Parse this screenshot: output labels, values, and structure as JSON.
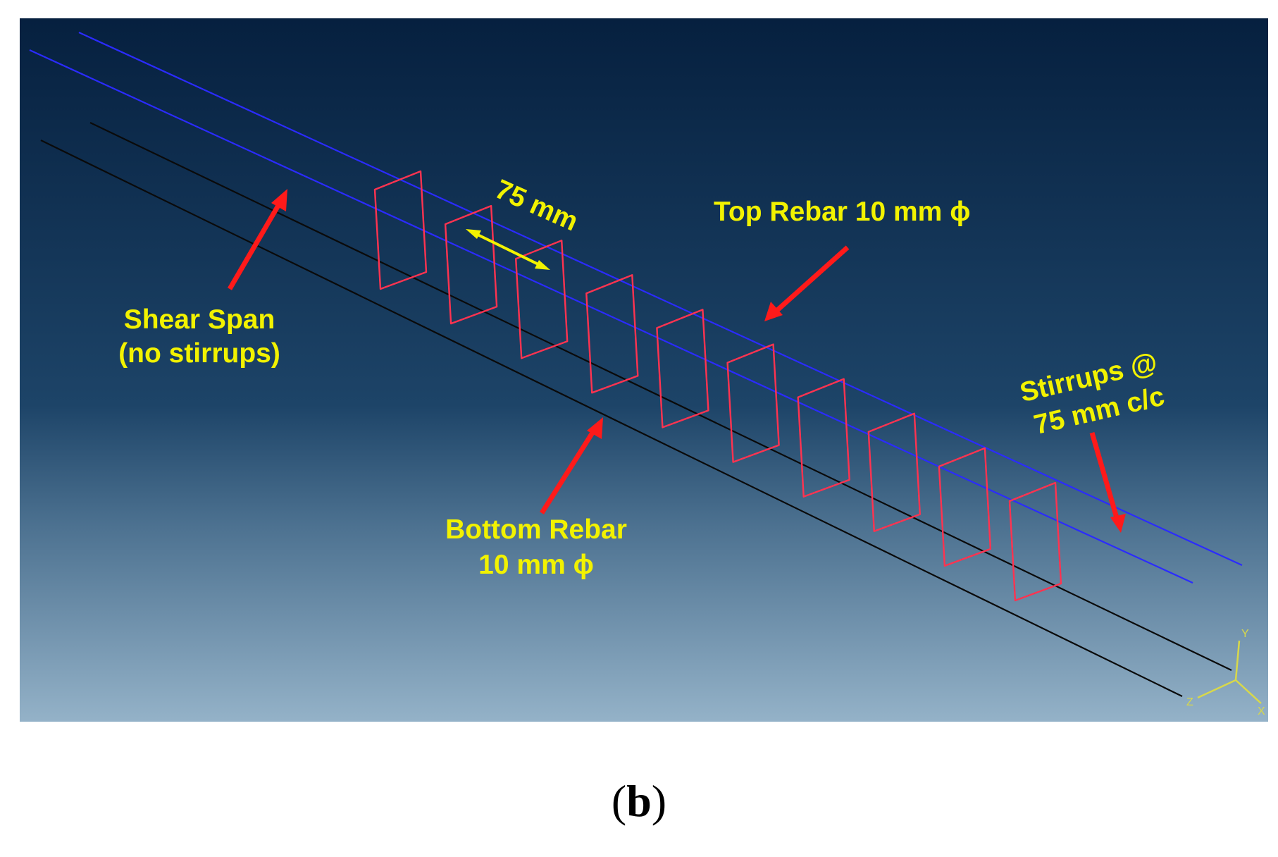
{
  "labels": {
    "spacing": "75 mm",
    "top_rebar": "Top Rebar 10 mm ϕ",
    "shear_span_line1": "Shear Span",
    "shear_span_line2": "(no stirrups)",
    "stirrups_line1": "Stirrups @",
    "stirrups_line2": "75 mm c/c",
    "bottom_rebar_line1": "Bottom Rebar",
    "bottom_rebar_line2": "10 mm ϕ"
  },
  "triad": {
    "y": "Y",
    "z": "Z",
    "x": "X"
  },
  "caption": {
    "open": "(",
    "letter": "b",
    "close": ")"
  },
  "colors": {
    "background_top": "#06203f",
    "background_mid": "#1d4468",
    "background_bottom": "#94b2c8",
    "top_rebar": "#2b2bff",
    "bottom_rebar": "#0a0a0a",
    "stirrup": "#ff3350",
    "label_text": "#f2f200",
    "label_arrow": "#ff1a1a"
  },
  "stirrup_count": 10
}
